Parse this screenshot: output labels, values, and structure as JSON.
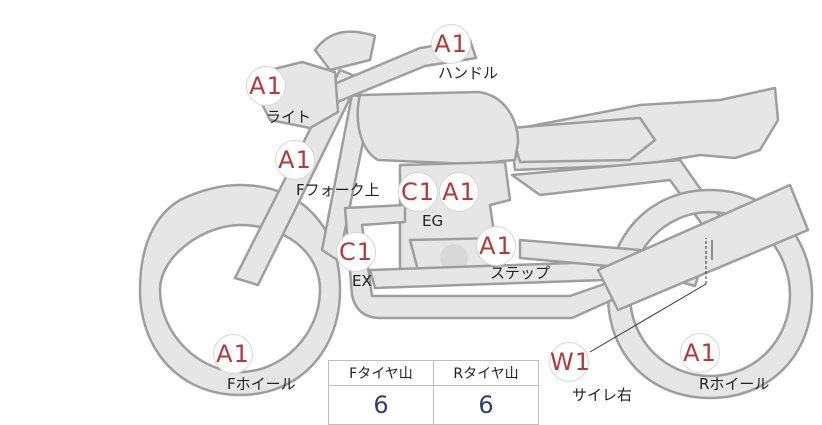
{
  "colors": {
    "body": "#e6e6e6",
    "outline": "#9e9e9e",
    "marker_text": "#b33a3a",
    "value_text": "#2c3e7a"
  },
  "markers": {
    "handle": {
      "code": "A1",
      "label": "ハンドル"
    },
    "light": {
      "code": "A1",
      "label": "ライト"
    },
    "ffork": {
      "code": "A1",
      "label": "Fフォーク上"
    },
    "eg": {
      "codes": [
        "C1",
        "A1"
      ],
      "label": "EG"
    },
    "step": {
      "code": "A1",
      "label": "ステップ"
    },
    "ex": {
      "code": "C1",
      "label": "EX"
    },
    "fwheel": {
      "code": "A1",
      "label": "Fホイール"
    },
    "muffler": {
      "code": "W1",
      "label": "サイレ右"
    },
    "rwheel": {
      "code": "A1",
      "label": "Rホイール"
    }
  },
  "tread_table": {
    "headers": [
      "Fタイヤ山",
      "Rタイヤ山"
    ],
    "values": [
      "6",
      "6"
    ]
  }
}
